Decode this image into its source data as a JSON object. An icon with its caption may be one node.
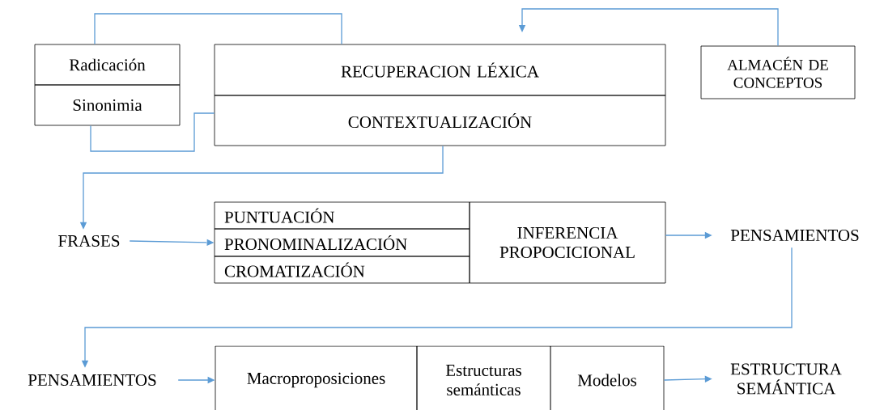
{
  "diagram": {
    "nodes": [
      {
        "text": [
          "Radicación"
        ]
      },
      {
        "text": [
          "Sinonimia"
        ]
      },
      {
        "text": [
          "RECUPERACION LÉXICA"
        ]
      },
      {
        "text": [
          "CONTEXTUALIZACIÓN"
        ]
      },
      {
        "text": [
          "ALMACÉN DE CONCEPTOS"
        ]
      },
      {
        "text": [
          "FRASES"
        ]
      },
      {
        "text": [
          "PUNTUACIÓN"
        ]
      },
      {
        "text": [
          "PRONOMINALIZACIÓN"
        ]
      },
      {
        "text": [
          "CROMATIZACIÓN"
        ]
      },
      {
        "text": [
          "INFERENCIA PROPOCICIONAL"
        ]
      },
      {
        "text": [
          "PENSAMIENTOS"
        ]
      },
      {
        "text": [
          "PENSAMIENTOS"
        ]
      },
      {
        "text": [
          "Macroproposiciones"
        ]
      },
      {
        "text": [
          "Estructuras semánticas"
        ]
      },
      {
        "text": [
          "Modelos"
        ]
      },
      {
        "text": [
          "ESTRUCTURA SEMÁNTICA"
        ]
      }
    ],
    "edges": [
      {
        "from": 0,
        "to": 2,
        "arrow": "none"
      },
      {
        "from": 4,
        "to": null,
        "arrow": "to"
      },
      {
        "from": 1,
        "to": 3,
        "arrow": "none"
      },
      {
        "from": 3,
        "to": 5,
        "arrow": "to"
      },
      {
        "from": 5,
        "to": 7,
        "arrow": "to"
      },
      {
        "from": 9,
        "to": 10,
        "arrow": "to"
      },
      {
        "from": 10,
        "to": 11,
        "arrow": "to"
      },
      {
        "from": 11,
        "to": 12,
        "arrow": "to"
      },
      {
        "from": 14,
        "to": 15,
        "arrow": "to"
      }
    ]
  }
}
